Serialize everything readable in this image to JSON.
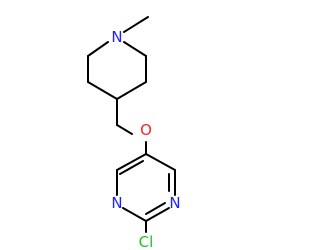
{
  "molecule": {
    "atoms": {
      "n_piperidine": {
        "symbol": "N",
        "color": "#2020ff"
      },
      "o_ether": {
        "symbol": "O",
        "color": "#ff2020"
      },
      "n_pyrimidine_right": {
        "symbol": "N",
        "color": "#2020ff"
      },
      "n_pyrimidine_left": {
        "symbol": "N",
        "color": "#2020ff"
      },
      "cl": {
        "symbol": "Cl",
        "color": "#1fc31f"
      }
    },
    "bond_color": "#000000"
  }
}
